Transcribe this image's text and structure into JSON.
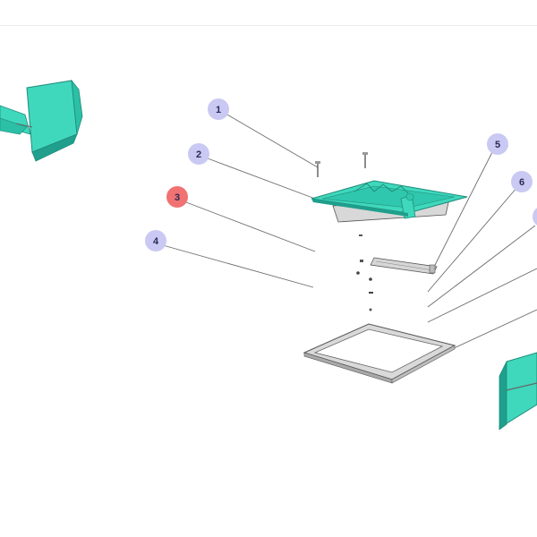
{
  "diagram": {
    "callouts": [
      {
        "number": "1"
      },
      {
        "number": "2"
      },
      {
        "number": "3"
      },
      {
        "number": "4"
      },
      {
        "number": "5"
      },
      {
        "number": "6"
      },
      {
        "number": ""
      }
    ],
    "colors": {
      "callout_default": "#c9c9f3",
      "callout_selected": "#f07272",
      "part_teal": "#3fd8bd",
      "part_teal_dark": "#1f9f8c",
      "part_grey": "#d8d8d8",
      "outline": "#333333"
    },
    "selected_callout": "3"
  }
}
